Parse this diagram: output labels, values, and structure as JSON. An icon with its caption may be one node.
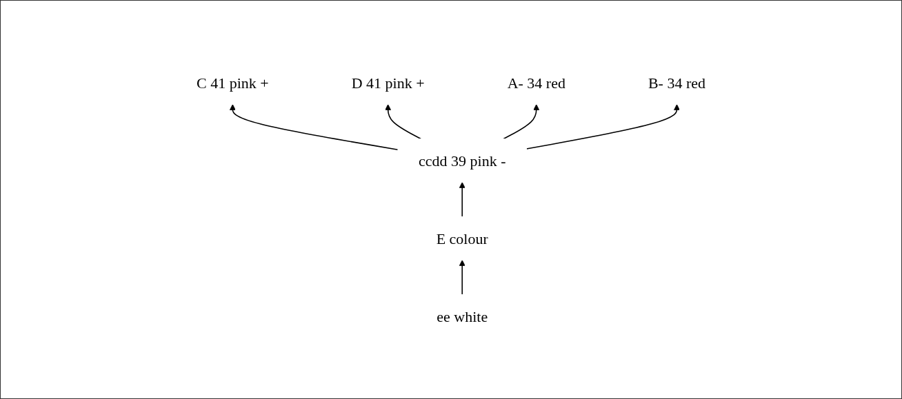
{
  "diagram": {
    "nodes": [
      {
        "text": [
          "C 41 pink +"
        ]
      },
      {
        "text": [
          "D 41 pink +"
        ]
      },
      {
        "text": [
          "A- 34 red"
        ]
      },
      {
        "text": [
          "ccdd 39 pink -"
        ]
      },
      {
        "text": [
          "B- 34 red"
        ]
      },
      {
        "text": [
          "E colour"
        ]
      },
      {
        "text": [
          "ee white"
        ]
      }
    ],
    "edges": [
      {
        "from": 3,
        "to": 0,
        "arrow": "to"
      },
      {
        "from": 3,
        "to": 1,
        "arrow": "to"
      },
      {
        "from": 3,
        "to": 2,
        "arrow": "to"
      },
      {
        "from": 3,
        "to": 4,
        "arrow": "to"
      },
      {
        "from": 5,
        "to": 3,
        "arrow": "to"
      },
      {
        "from": 6,
        "to": 5,
        "arrow": "to"
      }
    ]
  }
}
